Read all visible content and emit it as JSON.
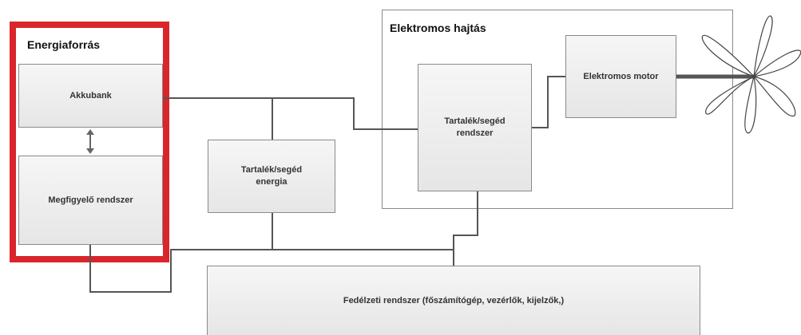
{
  "groups": {
    "energy_source": {
      "title": "Energiaforrás"
    },
    "electric_drive": {
      "title": "Elektromos hajtás"
    }
  },
  "boxes": {
    "battery_bank": "Akkubank",
    "monitoring_system": "Megfigyelő rendszer",
    "backup_energy": "Tartalék/segéd\nenergia",
    "backup_system": "Tartalék/segéd\nrendszer",
    "electric_motor": "Elektromos motor",
    "onboard_system": "Fedélzeti rendszer (főszámítógép, vezérlők, kijelzők,)"
  },
  "colors": {
    "highlight": "#d9262b",
    "wire": "#555555",
    "box_border": "#8a8a8a"
  },
  "icons": {
    "propeller": "propeller-icon",
    "connector_arrow": "double-arrow-icon"
  }
}
